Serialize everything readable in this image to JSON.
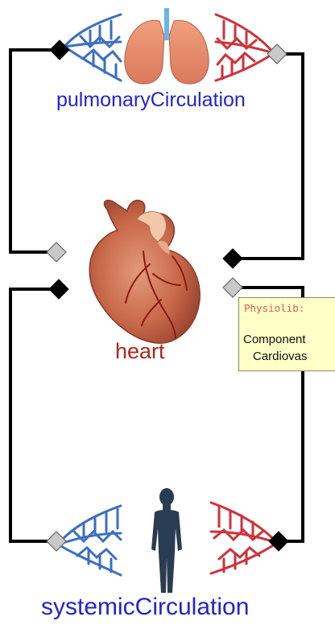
{
  "components": {
    "pulmonary": {
      "label": "pulmonaryCirculation",
      "icon": "lungs-icon"
    },
    "heart": {
      "label": "heart",
      "icon": "heart-icon"
    },
    "systemic": {
      "label": "systemicCirculation",
      "icon": "human-body-icon"
    }
  },
  "tooltip": {
    "title": "Physiolib:",
    "line1": "Component",
    "line2": "Cardiovas"
  },
  "colors": {
    "venous": "#3a6fc4",
    "arterial": "#d0313a",
    "connection": "#000000",
    "label_blue": "#2323d6",
    "label_red": "#b8231c",
    "tooltip_bg": "#ffffc8"
  }
}
